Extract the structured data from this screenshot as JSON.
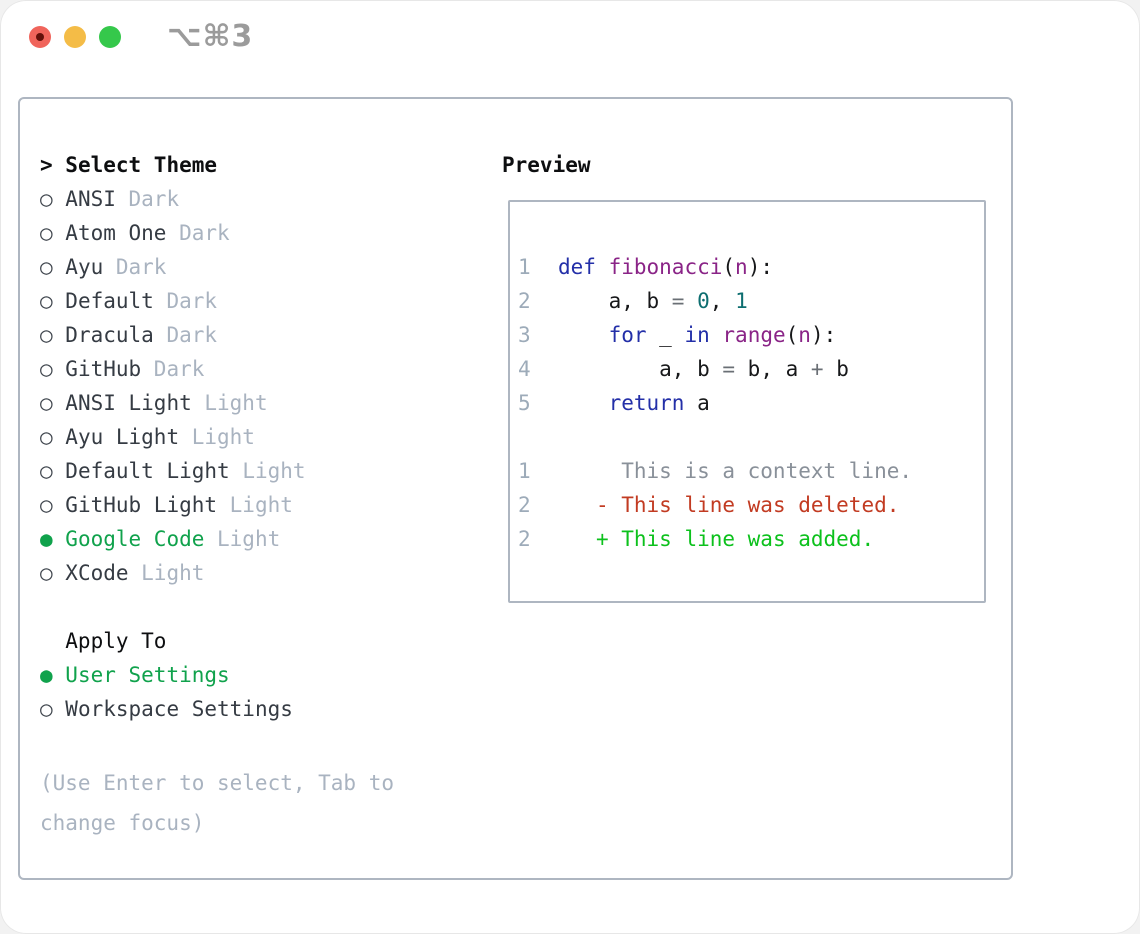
{
  "window": {
    "title": "⌥⌘3"
  },
  "colors": {
    "traffic_red": "#f0645b",
    "traffic_red_dot": "#63100a",
    "traffic_yellow": "#f4bc47",
    "traffic_green": "#35c84b",
    "panel_border": "#aeb6c1",
    "ink": "#0d0e10",
    "item_name": "#353b43",
    "muted_gray": "#a9b3c0",
    "circle_gray": "#41474f",
    "accent_green": "#10a24c",
    "line_number_gray": "#9dabb9"
  },
  "theme_picker": {
    "prompt": ">",
    "header": "Select Theme",
    "items": [
      {
        "name": "ANSI",
        "variant": "Dark",
        "selected": false
      },
      {
        "name": "Atom One",
        "variant": "Dark",
        "selected": false
      },
      {
        "name": "Ayu",
        "variant": "Dark",
        "selected": false
      },
      {
        "name": "Default",
        "variant": "Dark",
        "selected": false
      },
      {
        "name": "Dracula",
        "variant": "Dark",
        "selected": false
      },
      {
        "name": "GitHub",
        "variant": "Dark",
        "selected": false
      },
      {
        "name": "ANSI Light",
        "variant": "Light",
        "selected": false
      },
      {
        "name": "Ayu Light",
        "variant": "Light",
        "selected": false
      },
      {
        "name": "Default Light",
        "variant": "Light",
        "selected": false
      },
      {
        "name": "GitHub Light",
        "variant": "Light",
        "selected": false
      },
      {
        "name": "Google Code",
        "variant": "Light",
        "selected": true
      },
      {
        "name": "XCode",
        "variant": "Light",
        "selected": false
      }
    ]
  },
  "apply_to": {
    "header": "Apply To",
    "options": [
      {
        "label": "User Settings",
        "selected": true
      },
      {
        "label": "Workspace Settings",
        "selected": false
      }
    ]
  },
  "help": [
    "(Use Enter to select, Tab to",
    "change focus)"
  ],
  "preview": {
    "title": "Preview",
    "palette": {
      "kw": "#232fa8",
      "fn": "#8a2487",
      "num": "#0d6e70",
      "pl": "#17181a",
      "op": "#6a6f75",
      "ctx": "#899099",
      "del": "#c23b22",
      "add": "#0cc11c"
    },
    "code_lines": [
      {
        "num": "1",
        "segments": [
          [
            "def",
            "kw"
          ],
          [
            " ",
            "pl"
          ],
          [
            "fibonacci",
            "fn"
          ],
          [
            "(",
            "pl"
          ],
          [
            "n",
            "fn"
          ],
          [
            "):",
            "pl"
          ]
        ]
      },
      {
        "num": "2",
        "segments": [
          [
            "    a, b ",
            "pl"
          ],
          [
            "=",
            "op"
          ],
          [
            " ",
            "pl"
          ],
          [
            "0",
            "num"
          ],
          [
            ", ",
            "pl"
          ],
          [
            "1",
            "num"
          ]
        ]
      },
      {
        "num": "3",
        "segments": [
          [
            "    ",
            "pl"
          ],
          [
            "for",
            "kw"
          ],
          [
            " _ ",
            "pl"
          ],
          [
            "in",
            "kw"
          ],
          [
            " ",
            "pl"
          ],
          [
            "range",
            "fn"
          ],
          [
            "(",
            "pl"
          ],
          [
            "n",
            "fn"
          ],
          [
            "):",
            "pl"
          ]
        ]
      },
      {
        "num": "4",
        "segments": [
          [
            "        a, b ",
            "pl"
          ],
          [
            "=",
            "op"
          ],
          [
            " b, a ",
            "pl"
          ],
          [
            "+",
            "op"
          ],
          [
            " b",
            "pl"
          ]
        ]
      },
      {
        "num": "5",
        "segments": [
          [
            "    ",
            "pl"
          ],
          [
            "return",
            "kw"
          ],
          [
            " a",
            "pl"
          ]
        ]
      }
    ],
    "diff_lines": [
      {
        "num": "1",
        "segments": [
          [
            "     This is a context line.",
            "ctx"
          ]
        ]
      },
      {
        "num": "2",
        "segments": [
          [
            "   ",
            "pl"
          ],
          [
            "- This line was deleted.",
            "del"
          ]
        ]
      },
      {
        "num": "2",
        "segments": [
          [
            "   ",
            "pl"
          ],
          [
            "+ This line was added.",
            "add"
          ]
        ]
      }
    ]
  }
}
